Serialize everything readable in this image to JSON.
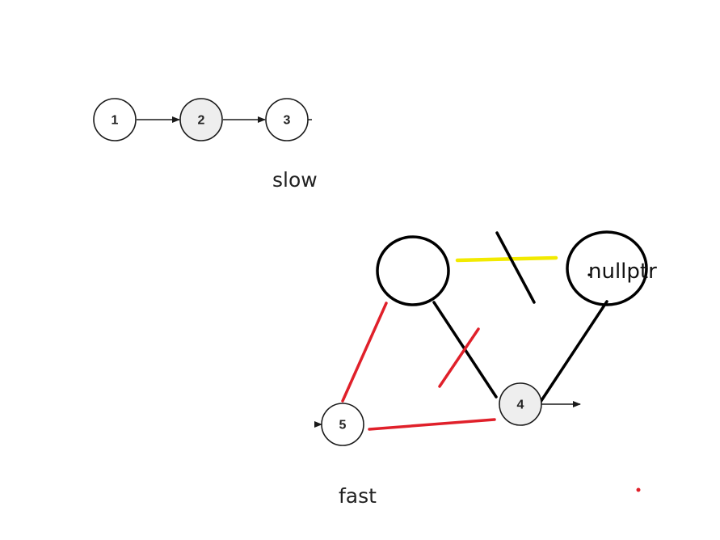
{
  "diagram": {
    "nodes": [
      {
        "id": "n1",
        "label": "1",
        "fill": "#ffffff"
      },
      {
        "id": "n2",
        "label": "2",
        "fill": "#eeeeee"
      },
      {
        "id": "n3",
        "label": "3",
        "fill": "#ffffff"
      },
      {
        "id": "n4",
        "label": "4",
        "fill": "#eeeeee"
      },
      {
        "id": "n5",
        "label": "5",
        "fill": "#ffffff"
      }
    ],
    "captions": {
      "slow": "slow",
      "fast": "fast",
      "nullptr": "nullptr"
    },
    "colors": {
      "node_stroke": "#1a1a1a",
      "arrow": "#1a1a1a",
      "marker_red": "#e0202a",
      "marker_yellow": "#f2ea00",
      "marker_black": "#000000"
    }
  }
}
